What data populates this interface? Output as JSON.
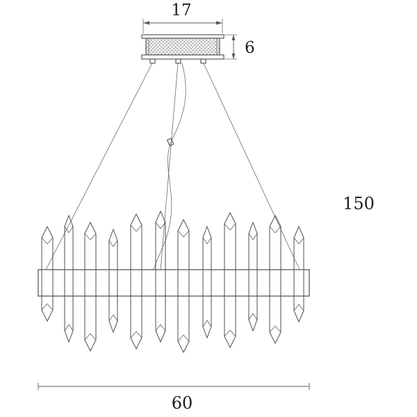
{
  "drawing": {
    "type": "technical-dimension-drawing",
    "subject": "crystal-rod-pendant-chandelier",
    "line_color": "#4d4d4d",
    "text_color": "#1c1c1c",
    "background_color": "#ffffff",
    "dimensions": {
      "canopy_width": "17",
      "canopy_height": "6",
      "overall_height": "150",
      "body_width": "60"
    },
    "counts": {
      "crystal_rods": 12,
      "suspension_cables": 3
    }
  }
}
